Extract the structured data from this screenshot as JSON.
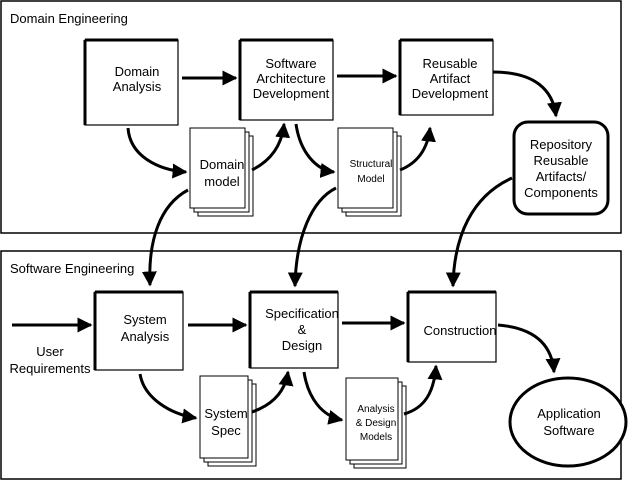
{
  "sections": {
    "domain": "Domain Engineering",
    "software": "Software Engineering"
  },
  "nodes": {
    "domain_analysis": [
      "Domain",
      "Analysis"
    ],
    "sw_arch": [
      "Software",
      "Architecture",
      "Development"
    ],
    "reusable_dev": [
      "Reusable",
      "Artifact",
      "Development"
    ],
    "repository": [
      "Repository",
      "Reusable",
      "Artifacts/",
      "Components"
    ],
    "domain_model": [
      "Domain",
      "model"
    ],
    "structural_model": [
      "Structural",
      "Model"
    ],
    "system_analysis": [
      "System",
      "Analysis"
    ],
    "spec_design": [
      "Specification",
      "&",
      "Design"
    ],
    "construction": [
      "Construction"
    ],
    "user_req": [
      "User",
      "Requirements"
    ],
    "system_spec": [
      "System",
      "Spec"
    ],
    "analysis_models": [
      "Analysis",
      "& Design",
      "Models"
    ],
    "application": [
      "Application",
      "Software"
    ]
  }
}
